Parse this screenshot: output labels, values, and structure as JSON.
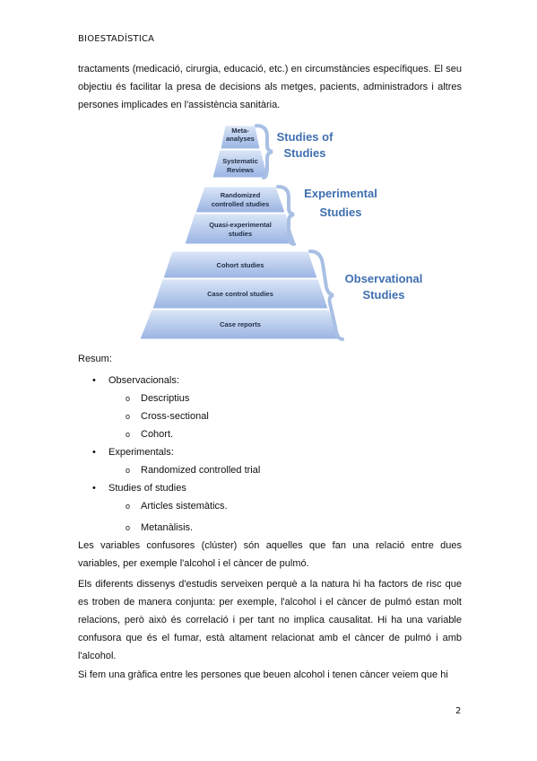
{
  "header": "BIOESTADÍSTICA",
  "intro_lines": [
    "tractaments (medicació, cirurgia, educació, etc.) en circumstàncies específiques. El",
    "seu objectiu és facilitar la presa de decisions als metges, pacients, administradors i",
    "altres persones implicades en l'assistència sanitària."
  ],
  "pyramid": {
    "tiers": [
      "Meta-analyses",
      "Systematic Reviews",
      "Randomized controlled studies",
      "Quasi-experimental studies",
      "Cohort studies",
      "Case control studies",
      "Case reports"
    ],
    "groups": [
      {
        "line1": "Studies of",
        "line2": "Studies"
      },
      {
        "line1": "Experimental",
        "line2": "Studies"
      },
      {
        "line1": "Observational",
        "line2": "Studies"
      }
    ],
    "colors": {
      "tier_top": "#c9d8f2",
      "tier_bottom": "#9fb8e6",
      "brace": "#a9c0e4",
      "group_text": "#3f6fb0"
    }
  },
  "resum_label": "Resum:",
  "summary": [
    {
      "label": "Observacionals:",
      "items": [
        "Descriptius",
        "Cross-sectional",
        "Cohort."
      ]
    },
    {
      "label": "Experimentals:",
      "items": [
        "Randomized controlled trial"
      ]
    },
    {
      "label": "Studies of studies",
      "items": [
        "Articles sistemàtics.",
        "Metanàlisis."
      ]
    }
  ],
  "p_confusors": [
    "Les variables confusores (clúster) són aquelles que fan una relació entre dues",
    "variables, per exemple l'alcohol i el càncer de pulmó."
  ],
  "p_dissenys": [
    "Els diferents dissenys d'estudis serveixen perquè a la natura hi ha factors de risc que",
    "es troben de manera conjunta: per exemple, l'alcohol i el càncer de pulmó estan molt",
    "relacions, però això és correlació i per tant no implica causalitat. Hi ha una variable",
    "confusora que és el fumar, està altament relacionat amb el càncer de pulmó i amb",
    "l'alcohol."
  ],
  "p_grafica": [
    "Si fem una gràfica entre les persones que beuen alcohol i tenen càncer veiem que hi"
  ],
  "page_number": "2"
}
